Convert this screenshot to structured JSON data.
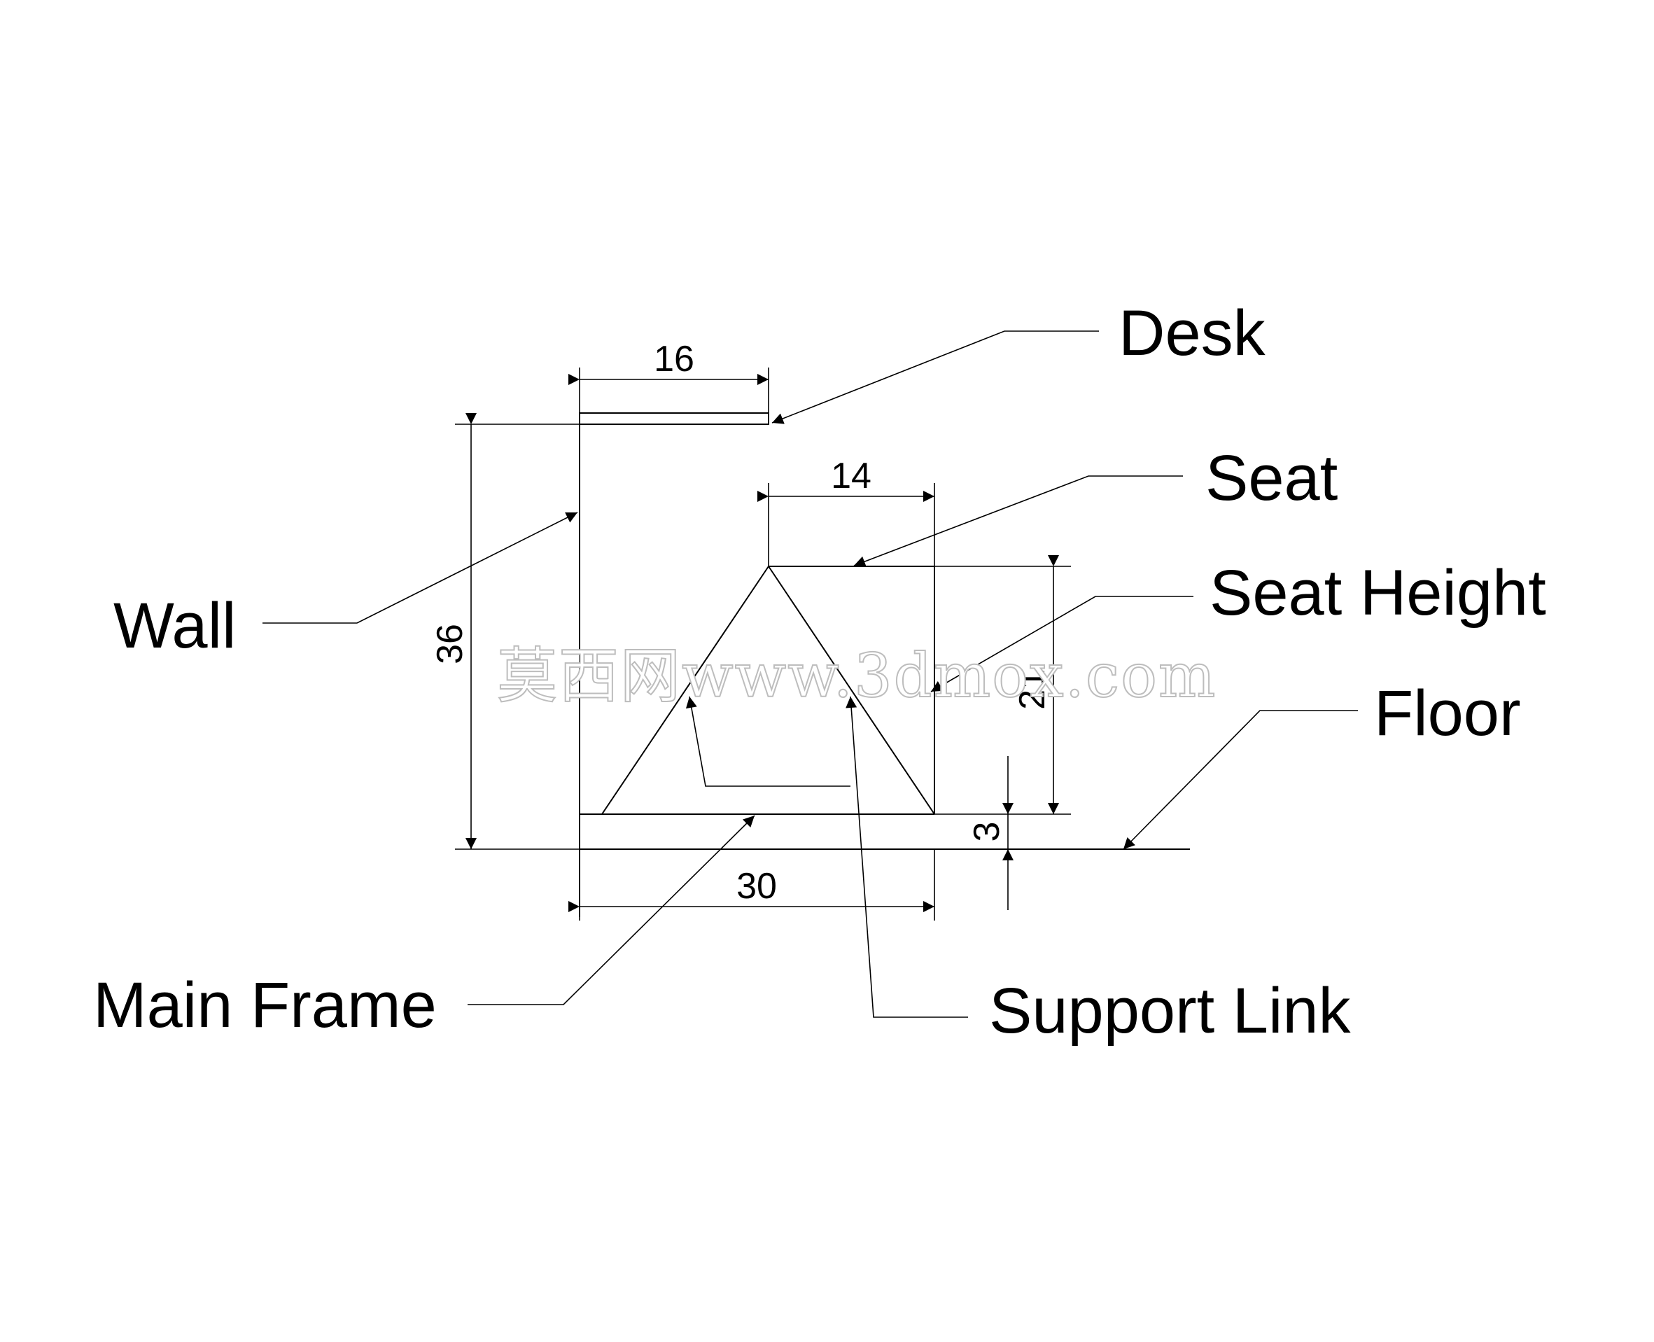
{
  "labels": {
    "desk": "Desk",
    "seat": "Seat",
    "seat_height": "Seat Height",
    "wall": "Wall",
    "floor": "Floor",
    "main_frame": "Main Frame",
    "support_link": "Support Link"
  },
  "dimensions": {
    "desk_width": "16",
    "seat_width": "14",
    "overall_height": "36",
    "seat_height": "21",
    "frame_thickness": "3",
    "frame_width": "30"
  },
  "watermark": "莫西网www.3dmox.com"
}
